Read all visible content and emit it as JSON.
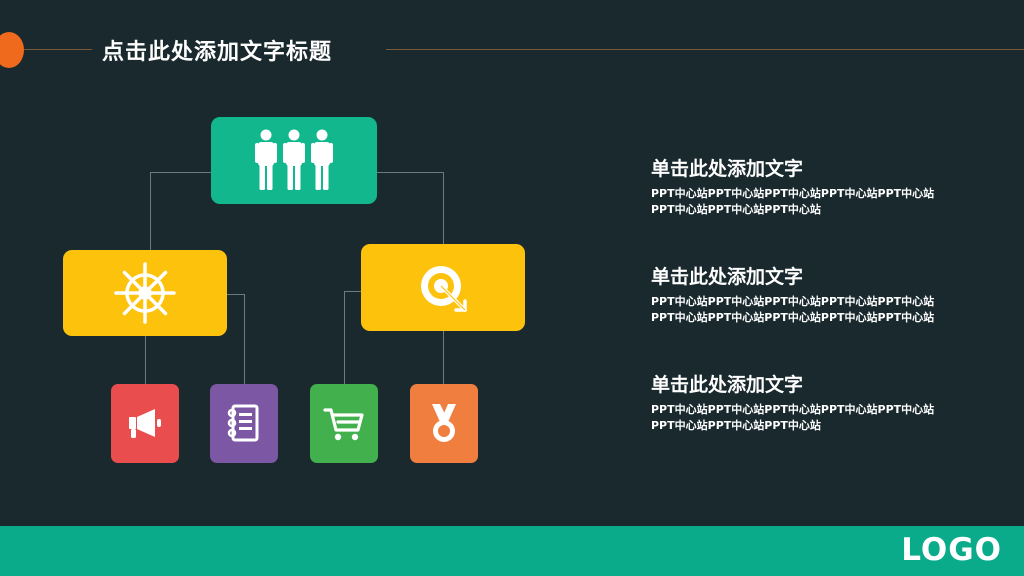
{
  "title": "点击此处添加文字标题",
  "colors": {
    "background": "#19292e",
    "accent_orange": "#ef6a1c",
    "teal": "#13b78e",
    "yellow": "#fdc20c",
    "red": "#ea4d4d",
    "purple": "#7b57a4",
    "green": "#42b04d",
    "orange": "#f07e3e",
    "footer": "#0aab8a"
  },
  "diagram": {
    "top": {
      "icon": "people-icon"
    },
    "middle": [
      {
        "icon": "ship-wheel-icon"
      },
      {
        "icon": "target-icon"
      }
    ],
    "leaves": [
      {
        "icon": "megaphone-icon"
      },
      {
        "icon": "notebook-icon"
      },
      {
        "icon": "shopping-cart-icon"
      },
      {
        "icon": "medal-icon"
      }
    ]
  },
  "text_blocks": [
    {
      "heading": "单击此处添加文字",
      "body": "PPT中心站PPT中心站PPT中心站PPT中心站PPT中心站PPT中心站PPT中心站PPT中心站"
    },
    {
      "heading": "单击此处添加文字",
      "body": "PPT中心站PPT中心站PPT中心站PPT中心站PPT中心站PPT中心站PPT中心站PPT中心站PPT中心站PPT中心站"
    },
    {
      "heading": "单击此处添加文字",
      "body": "PPT中心站PPT中心站PPT中心站PPT中心站PPT中心站PPT中心站PPT中心站PPT中心站"
    }
  ],
  "footer": {
    "logo": "LOGO"
  }
}
